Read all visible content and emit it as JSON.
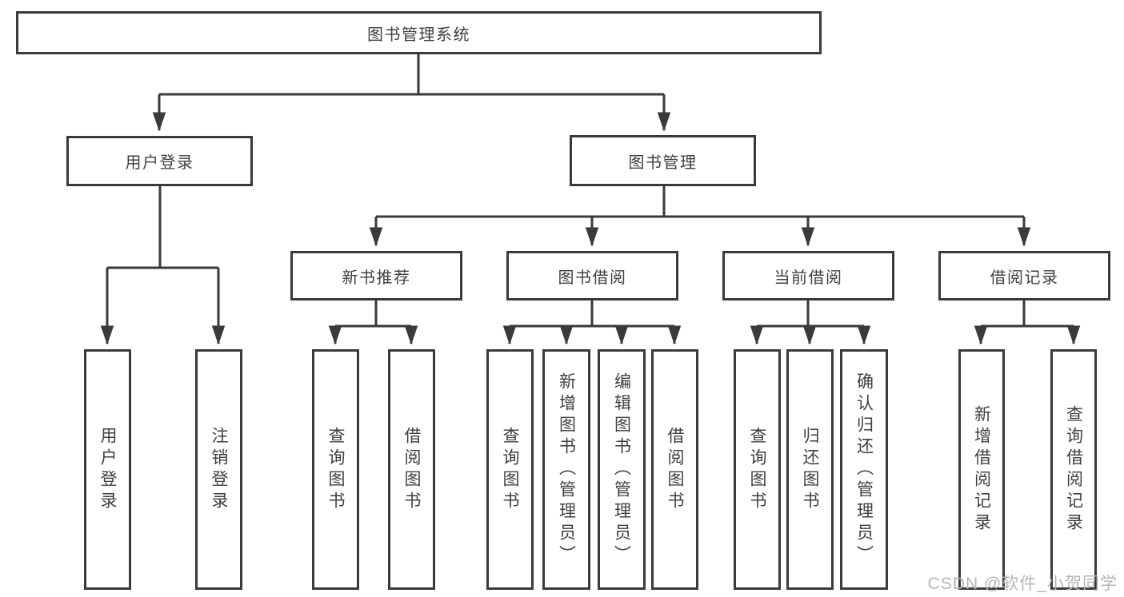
{
  "diagram": {
    "tree": {
      "root": {
        "label": "图书管理系统",
        "children": [
          {
            "label": "用户登录",
            "children": [
              {
                "label": "用户登录"
              },
              {
                "label": "注销登录"
              }
            ]
          },
          {
            "label": "图书管理",
            "children": [
              {
                "label": "新书推荐",
                "children": [
                  {
                    "label": "查询图书"
                  },
                  {
                    "label": "借阅图书"
                  }
                ]
              },
              {
                "label": "图书借阅",
                "children": [
                  {
                    "label": "查询图书"
                  },
                  {
                    "label": "新增图书（管理员）"
                  },
                  {
                    "label": "编辑图书（管理员）"
                  },
                  {
                    "label": "借阅图书"
                  }
                ]
              },
              {
                "label": "当前借阅",
                "children": [
                  {
                    "label": "查询图书"
                  },
                  {
                    "label": "归还图书"
                  },
                  {
                    "label": "确认归还（管理员）"
                  }
                ]
              },
              {
                "label": "借阅记录",
                "children": [
                  {
                    "label": "新增借阅记录"
                  },
                  {
                    "label": "查询借阅记录"
                  }
                ]
              }
            ]
          }
        ]
      }
    },
    "colors": {
      "line": "#3a3a3a",
      "text": "#3f3f3f",
      "background": "#ffffff",
      "watermark_text": "#b5b5b5"
    }
  },
  "watermark": {
    "text": "CSDN @软件_小贺同学"
  }
}
